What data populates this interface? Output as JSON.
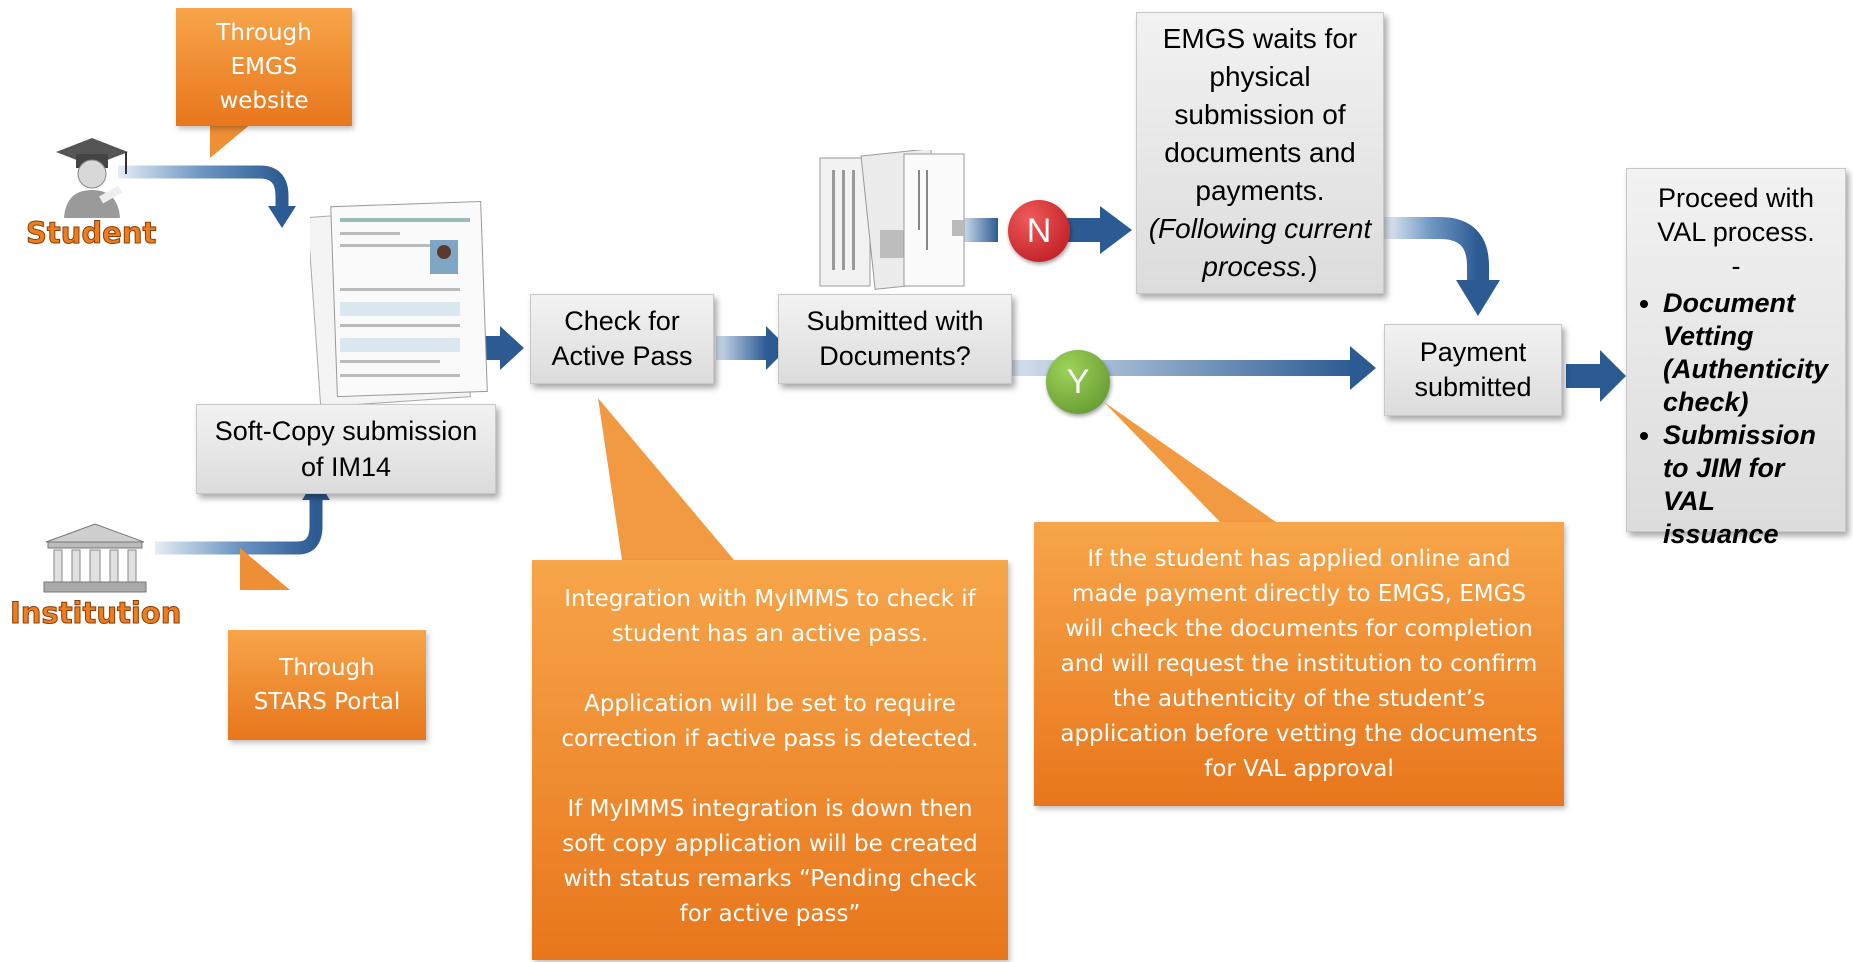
{
  "actors": {
    "student": "Student",
    "institution": "Institution"
  },
  "callouts": {
    "emgs_website": "Through EMGS website",
    "stars_portal": "Through STARS Portal",
    "active_pass_p1": "Integration with MyIMMS to check if student has an active pass.",
    "active_pass_p2": "Application will be set to require correction if active pass is detected.",
    "active_pass_p3": "If MyIMMS integration is down then soft copy application will be created with status remarks “Pending check for active pass”",
    "online_payment": "If the student has applied online and made payment directly to EMGS, EMGS will check the documents for completion and will request the institution to confirm the  authenticity of the student’s application before vetting the documents for VAL approval"
  },
  "steps": {
    "softcopy": "Soft-Copy submission of IM14",
    "check_active_pass": "Check for Active Pass",
    "submitted_docs": "Submitted with Documents?",
    "waits_main": "EMGS waits for physical submission of documents and payments.",
    "waits_italic": "(Following current process.",
    "waits_close": ")",
    "payment": "Payment submitted",
    "proceed_title": "Proceed with VAL process.",
    "proceed_dash": "-",
    "proceed_items": [
      "Document Vetting (Authenticity check)",
      "Submission to JIM for VAL issuance"
    ]
  },
  "decisions": {
    "no": "N",
    "yes": "Y"
  },
  "colors": {
    "arrow": "#2f5d94",
    "callout": "#ef8a2c",
    "no_circle": "#c4161c",
    "yes_circle": "#6aa232",
    "role_text": "#ee7d1f"
  }
}
